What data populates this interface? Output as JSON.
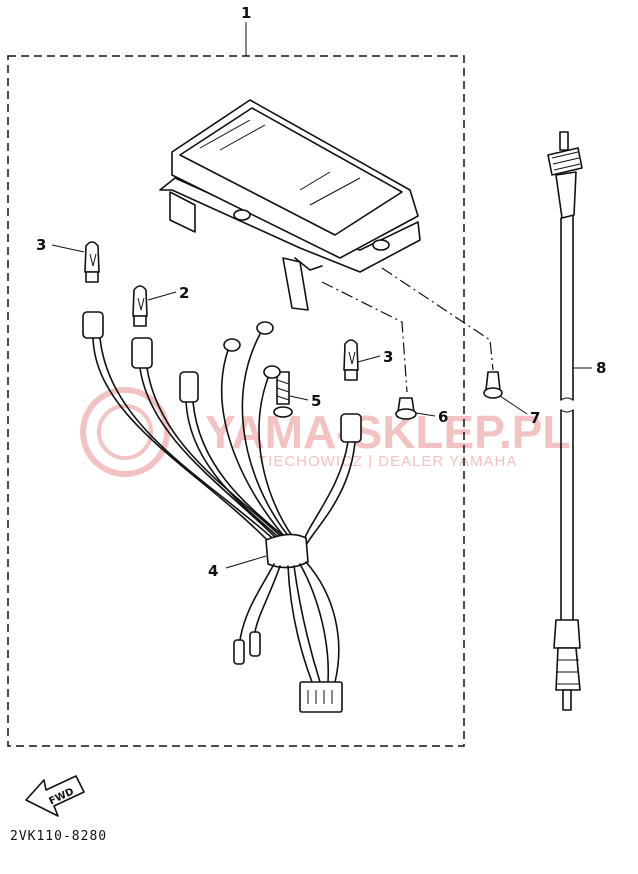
{
  "diagram": {
    "assembly_label": "1",
    "callouts": [
      {
        "id": "3a",
        "text": "3"
      },
      {
        "id": "2",
        "text": "2"
      },
      {
        "id": "3b",
        "text": "3"
      },
      {
        "id": "5",
        "text": "5"
      },
      {
        "id": "6",
        "text": "6"
      },
      {
        "id": "7",
        "text": "7"
      },
      {
        "id": "8",
        "text": "8"
      },
      {
        "id": "4",
        "text": "4"
      }
    ],
    "forward_arrow_text": "FWD",
    "drawing_code": "2VK110-8280"
  },
  "watermark": {
    "main": "YAMA-SKLEP.PL",
    "sub": "TIECHOWICZ | DEALER YAMAHA"
  },
  "colors": {
    "ink": "#111111",
    "watermark": "#f3c2c2"
  }
}
